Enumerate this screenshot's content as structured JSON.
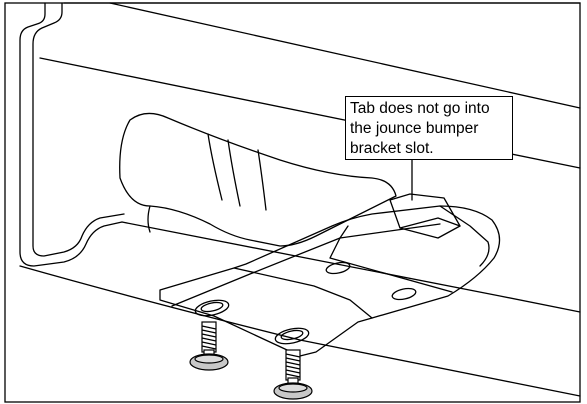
{
  "callout": {
    "lines": [
      "Tab does not go into",
      "the jounce bumper",
      "bracket slot."
    ]
  }
}
